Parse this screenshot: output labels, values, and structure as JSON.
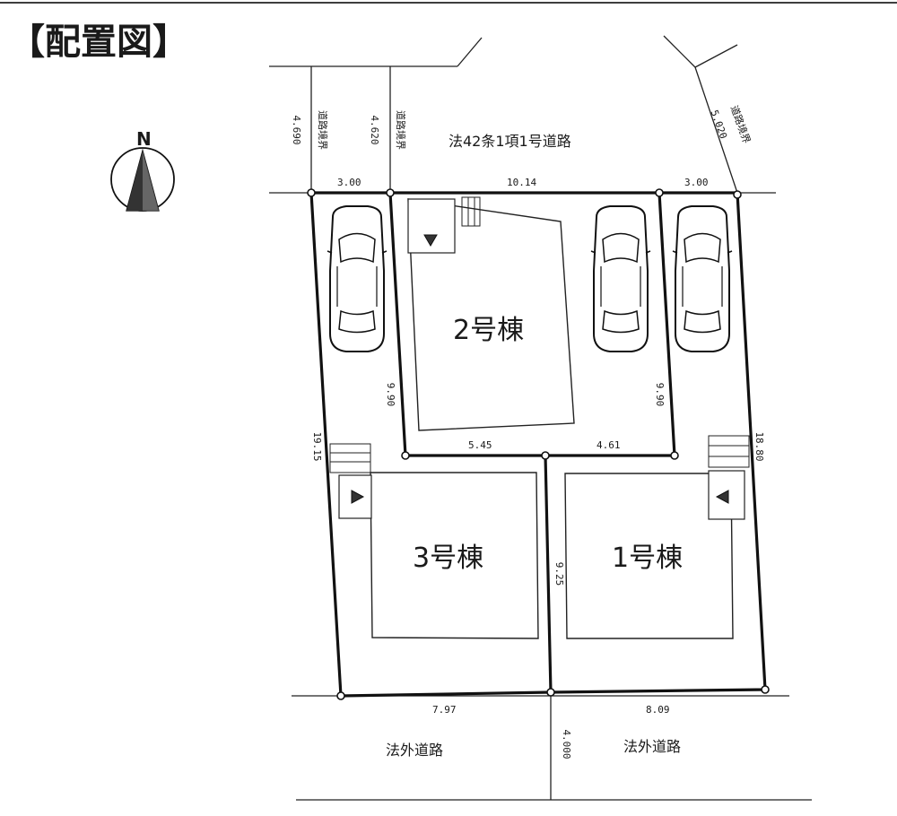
{
  "title": "【配置図】",
  "north": {
    "letter": "N"
  },
  "roads": {
    "north_road": "法42条1項1号道路",
    "south_left": "法外道路",
    "south_right": "法外道路",
    "north_road_width": "5.020",
    "south_road_width": "4.000",
    "left_road1_width": "4.690",
    "left_road2_width": "4.620",
    "left_road1_label": "道路境界",
    "left_road2_label": "道路境界",
    "right_road_label": "道路境界"
  },
  "buildings": {
    "b2": "2号棟",
    "b3": "3号棟",
    "b1": "1号棟"
  },
  "dimensions": {
    "top_left": "3.00",
    "top_mid": "10.14",
    "top_right": "3.00",
    "lot2_left": "9.90",
    "lot2_right": "9.90",
    "lot2_bottom_left": "5.45",
    "lot2_bottom_right": "4.61",
    "outer_left": "19.15",
    "outer_right": "18.80",
    "divider": "9.25",
    "bottom_left": "7.97",
    "bottom_right": "8.09"
  },
  "colors": {
    "ink": "#111111",
    "background": "#ffffff"
  }
}
